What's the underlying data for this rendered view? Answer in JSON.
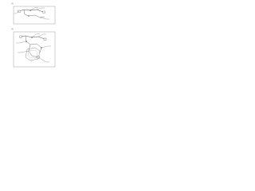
{
  "colors": {
    "line": "#555555",
    "frame": "#777777",
    "callout": "#444444"
  },
  "sections": [
    {
      "id": "upper",
      "marker": "(1)",
      "callouts": [
        "",
        "",
        "",
        ""
      ]
    },
    {
      "id": "lower",
      "marker": "(2)",
      "callouts": [
        "",
        "",
        "",
        "",
        "",
        ""
      ]
    }
  ],
  "icons": [
    "wiring-harness-icon",
    "connector-icon",
    "clamp-icon",
    "bracket-icon"
  ]
}
